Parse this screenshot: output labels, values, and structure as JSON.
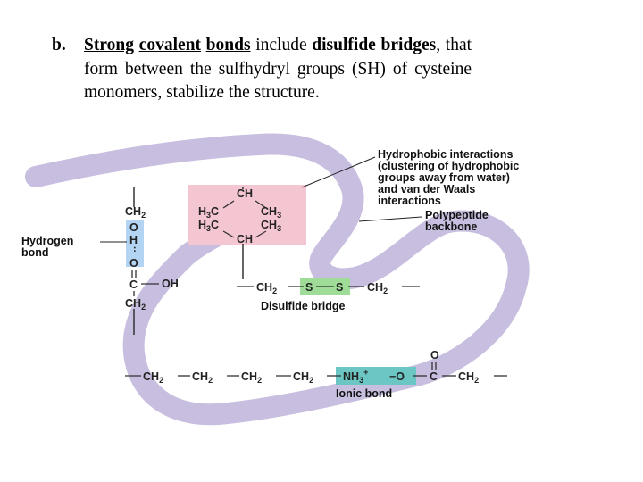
{
  "text": {
    "marker": "b.",
    "w1": "Strong",
    "w2": "covalent",
    "w3": "bonds",
    "w4": "include",
    "w5": "disulfide bridges",
    "rest": ", that form between the sulfhydryl groups (SH) of cysteine monomers, stabilize the structure."
  },
  "labels": {
    "hydrophobic_1": "Hydrophobic interactions",
    "hydrophobic_2": "(clustering of hydrophobic",
    "hydrophobic_3": "groups away from water)",
    "hydrophobic_4": "and van der Waals",
    "hydrophobic_5": "interactions",
    "backbone_1": "Polypeptide",
    "backbone_2": "backbone",
    "hbond_1": "Hydrogen",
    "hbond_2": "bond",
    "disulfide": "Disulfide bridge",
    "ionic": "Ionic bond"
  },
  "chem": {
    "ch2": "CH",
    "ch": "CH",
    "h3c": "H",
    "ch3": "CH",
    "sub2": "2",
    "sub3": "3",
    "o": "O",
    "h": "H",
    "oh": "OH",
    "c": "C",
    "s": "S",
    "nh3": "NH",
    "plus": "+",
    "minus_o": "−O",
    "dots": "··",
    "dbl": "="
  },
  "colors": {
    "backbone": "#c8bedf",
    "hydrophobic_box": "#f4c6d2",
    "disulfide_box": "#9edc98",
    "ionic_box": "#6cc6c4",
    "hbond_box": "#b3d4f2"
  }
}
